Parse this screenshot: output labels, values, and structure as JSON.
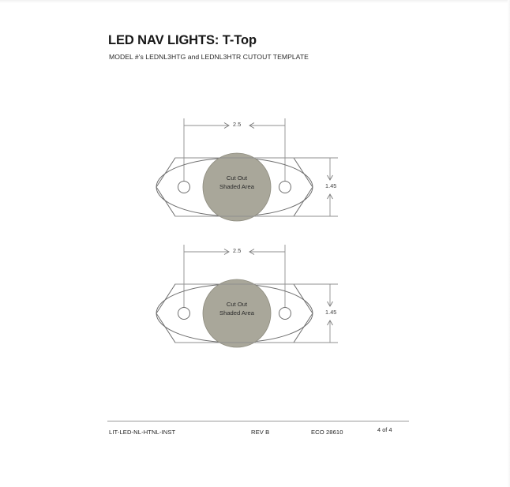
{
  "document": {
    "title": "LED NAV LIGHTS: T-Top",
    "subtitle": "MODEL #'s LEDNL3HTG and LEDNL3HTR CUTOUT TEMPLATE"
  },
  "diagrams": [
    {
      "name": "cutout-template-1",
      "horizontal_dimension": "2.5",
      "vertical_dimension": "1.45",
      "cutout_label_line1": "Cut Out",
      "cutout_label_line2": "Shaded Area"
    },
    {
      "name": "cutout-template-2",
      "horizontal_dimension": "2.5",
      "vertical_dimension": "1.45",
      "cutout_label_line1": "Cut Out",
      "cutout_label_line2": "Shaded Area"
    }
  ],
  "footer": {
    "doc_number": "LIT-LED-NL-HTNL-INST",
    "revision": "REV B",
    "eco": "ECO 28610",
    "page": "4 of 4"
  },
  "colors": {
    "shaded_area_fill": "#a9a79a",
    "outline_stroke": "#6e6e6e",
    "dimension_stroke": "#8a8a8a",
    "page_background": "#ffffff",
    "text": "#1c1c1c"
  }
}
